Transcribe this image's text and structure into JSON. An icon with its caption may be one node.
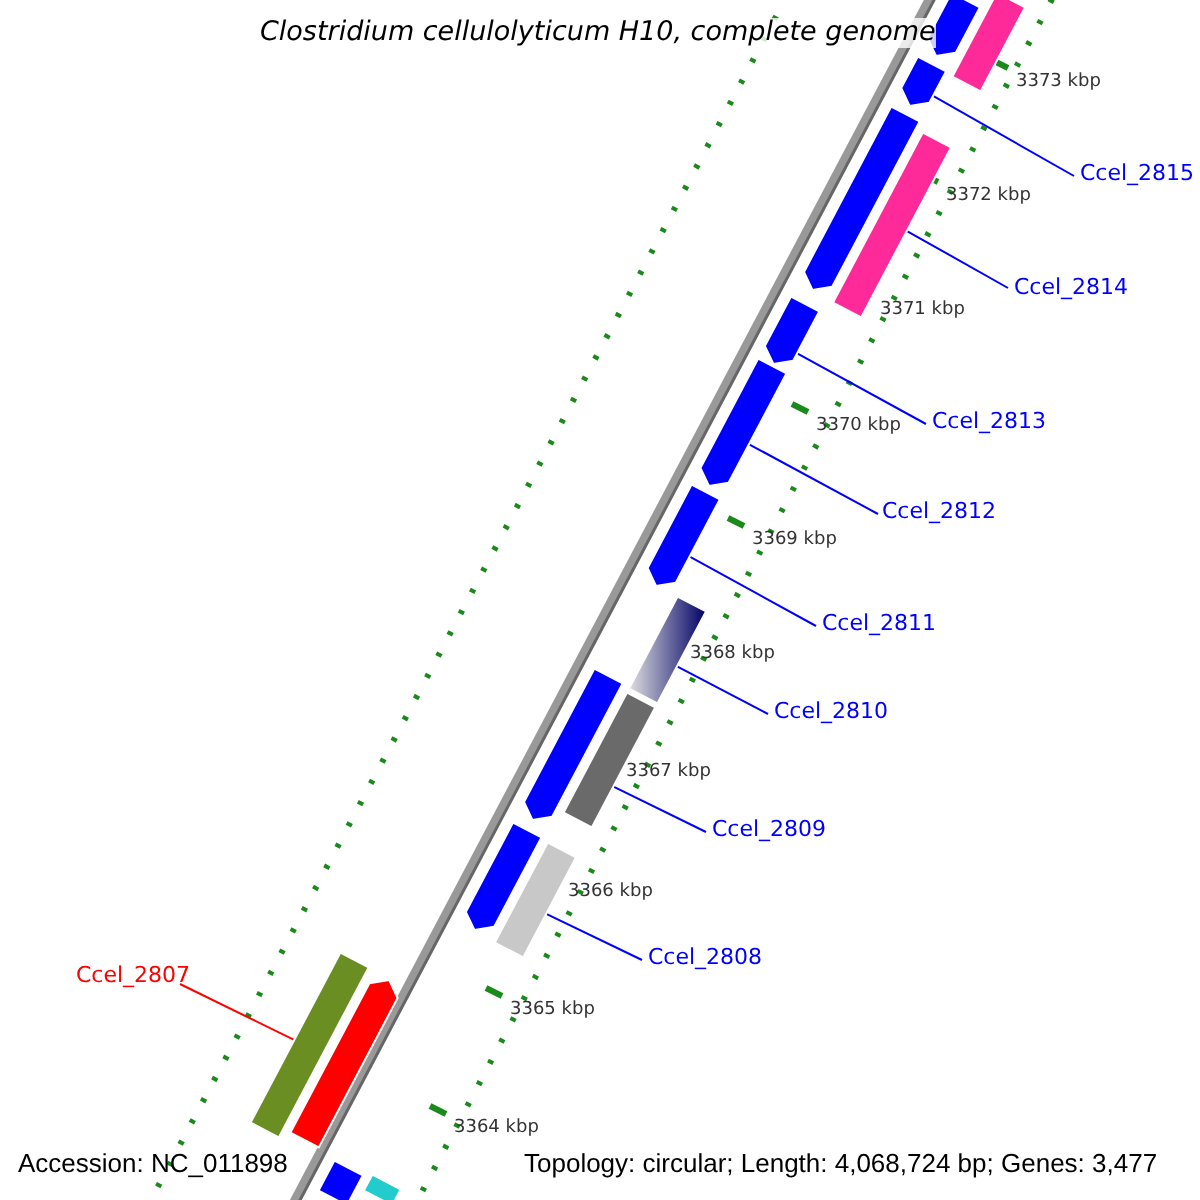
{
  "diagram": {
    "title": "Clostridium cellulolyticum H10, complete genome",
    "nodes": [
      {
        "text": [
          "Ccel_2815"
        ]
      },
      {
        "text": [],
        "shape": "bar"
      },
      {
        "text": [
          "Ccel_2814"
        ]
      },
      {
        "text": [],
        "shape": "bar"
      },
      {
        "text": [
          "Ccel_2813"
        ]
      },
      {
        "text": [],
        "shape": "bar"
      },
      {
        "text": [
          "Ccel_2812"
        ]
      },
      {
        "text": [],
        "shape": "bar"
      },
      {
        "text": [
          "Ccel_2811"
        ]
      },
      {
        "text": [],
        "shape": "bar"
      },
      {
        "text": [
          "Ccel_2810"
        ]
      },
      {
        "text": [],
        "shape": "bar"
      },
      {
        "text": [
          "Ccel_2809"
        ]
      },
      {
        "text": [],
        "shape": "bar"
      },
      {
        "text": [
          "Ccel_2808"
        ]
      },
      {
        "text": [],
        "shape": "bar"
      },
      {
        "text": [
          "Ccel_2807"
        ]
      },
      {
        "text": [],
        "shape": "bar"
      },
      {
        "text": [],
        "shape": "bar"
      },
      {
        "text": [],
        "shape": "bar"
      },
      {
        "text": [],
        "shape": "bar"
      },
      {
        "text": [],
        "shape": "bar"
      },
      {
        "text": [],
        "shape": "bar"
      },
      {
        "text": [],
        "shape": "bar"
      },
      {
        "text": [],
        "shape": "bar"
      },
      {
        "text": [],
        "shape": "bar"
      }
    ],
    "edges": [
      {
        "from": 0,
        "to": 1,
        "arrow": "none"
      },
      {
        "from": 2,
        "to": 3,
        "arrow": "none"
      },
      {
        "from": 4,
        "to": 5,
        "arrow": "none"
      },
      {
        "from": 6,
        "to": 7,
        "arrow": "none"
      },
      {
        "from": 8,
        "to": 9,
        "arrow": "none"
      },
      {
        "from": 10,
        "to": 11,
        "arrow": "none"
      },
      {
        "from": 12,
        "to": 13,
        "arrow": "none"
      },
      {
        "from": 14,
        "to": 15,
        "arrow": "none"
      },
      {
        "from": 16,
        "to": 17,
        "arrow": "none",
        "color": "#ff0000"
      }
    ],
    "labels": [
      "3373 kbp",
      "3372 kbp",
      "3371 kbp",
      "3370 kbp",
      "3369 kbp",
      "3368 kbp",
      "3367 kbp",
      "3366 kbp",
      "3365 kbp",
      "3364 kbp",
      "Accession: NC_011898",
      "Topology: circular; Length: 4,068,724 bp; Genes: 3,477"
    ]
  }
}
